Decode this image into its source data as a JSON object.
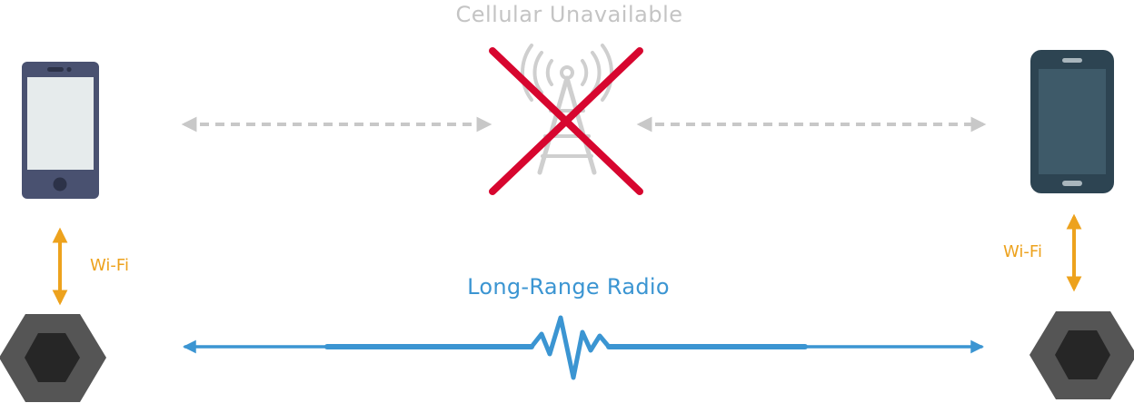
{
  "title": "Cellular Unavailable",
  "radio_label": "Long-Range Radio",
  "wifi_left": "Wi-Fi",
  "wifi_right": "Wi-Fi",
  "colors": {
    "muted": "#c8c8c8",
    "title": "#c4c4c4",
    "cross": "#d7062f",
    "wifi": "#eda21d",
    "radio": "#3b95d2",
    "phone_left_body": "#495170",
    "phone_left_screen": "#e6ebec",
    "phone_right_body": "#2d4452",
    "phone_right_screen": "#3e5a69",
    "hex_outer": "#555555",
    "hex_inner": "#262626"
  },
  "icons": {
    "phone_left": "phone-icon",
    "phone_right": "smartphone-icon",
    "tower": "cell-tower-icon",
    "unavailable": "cross-icon",
    "device_left": "hexagon-radio-device-icon",
    "device_right": "hexagon-radio-device-icon"
  }
}
